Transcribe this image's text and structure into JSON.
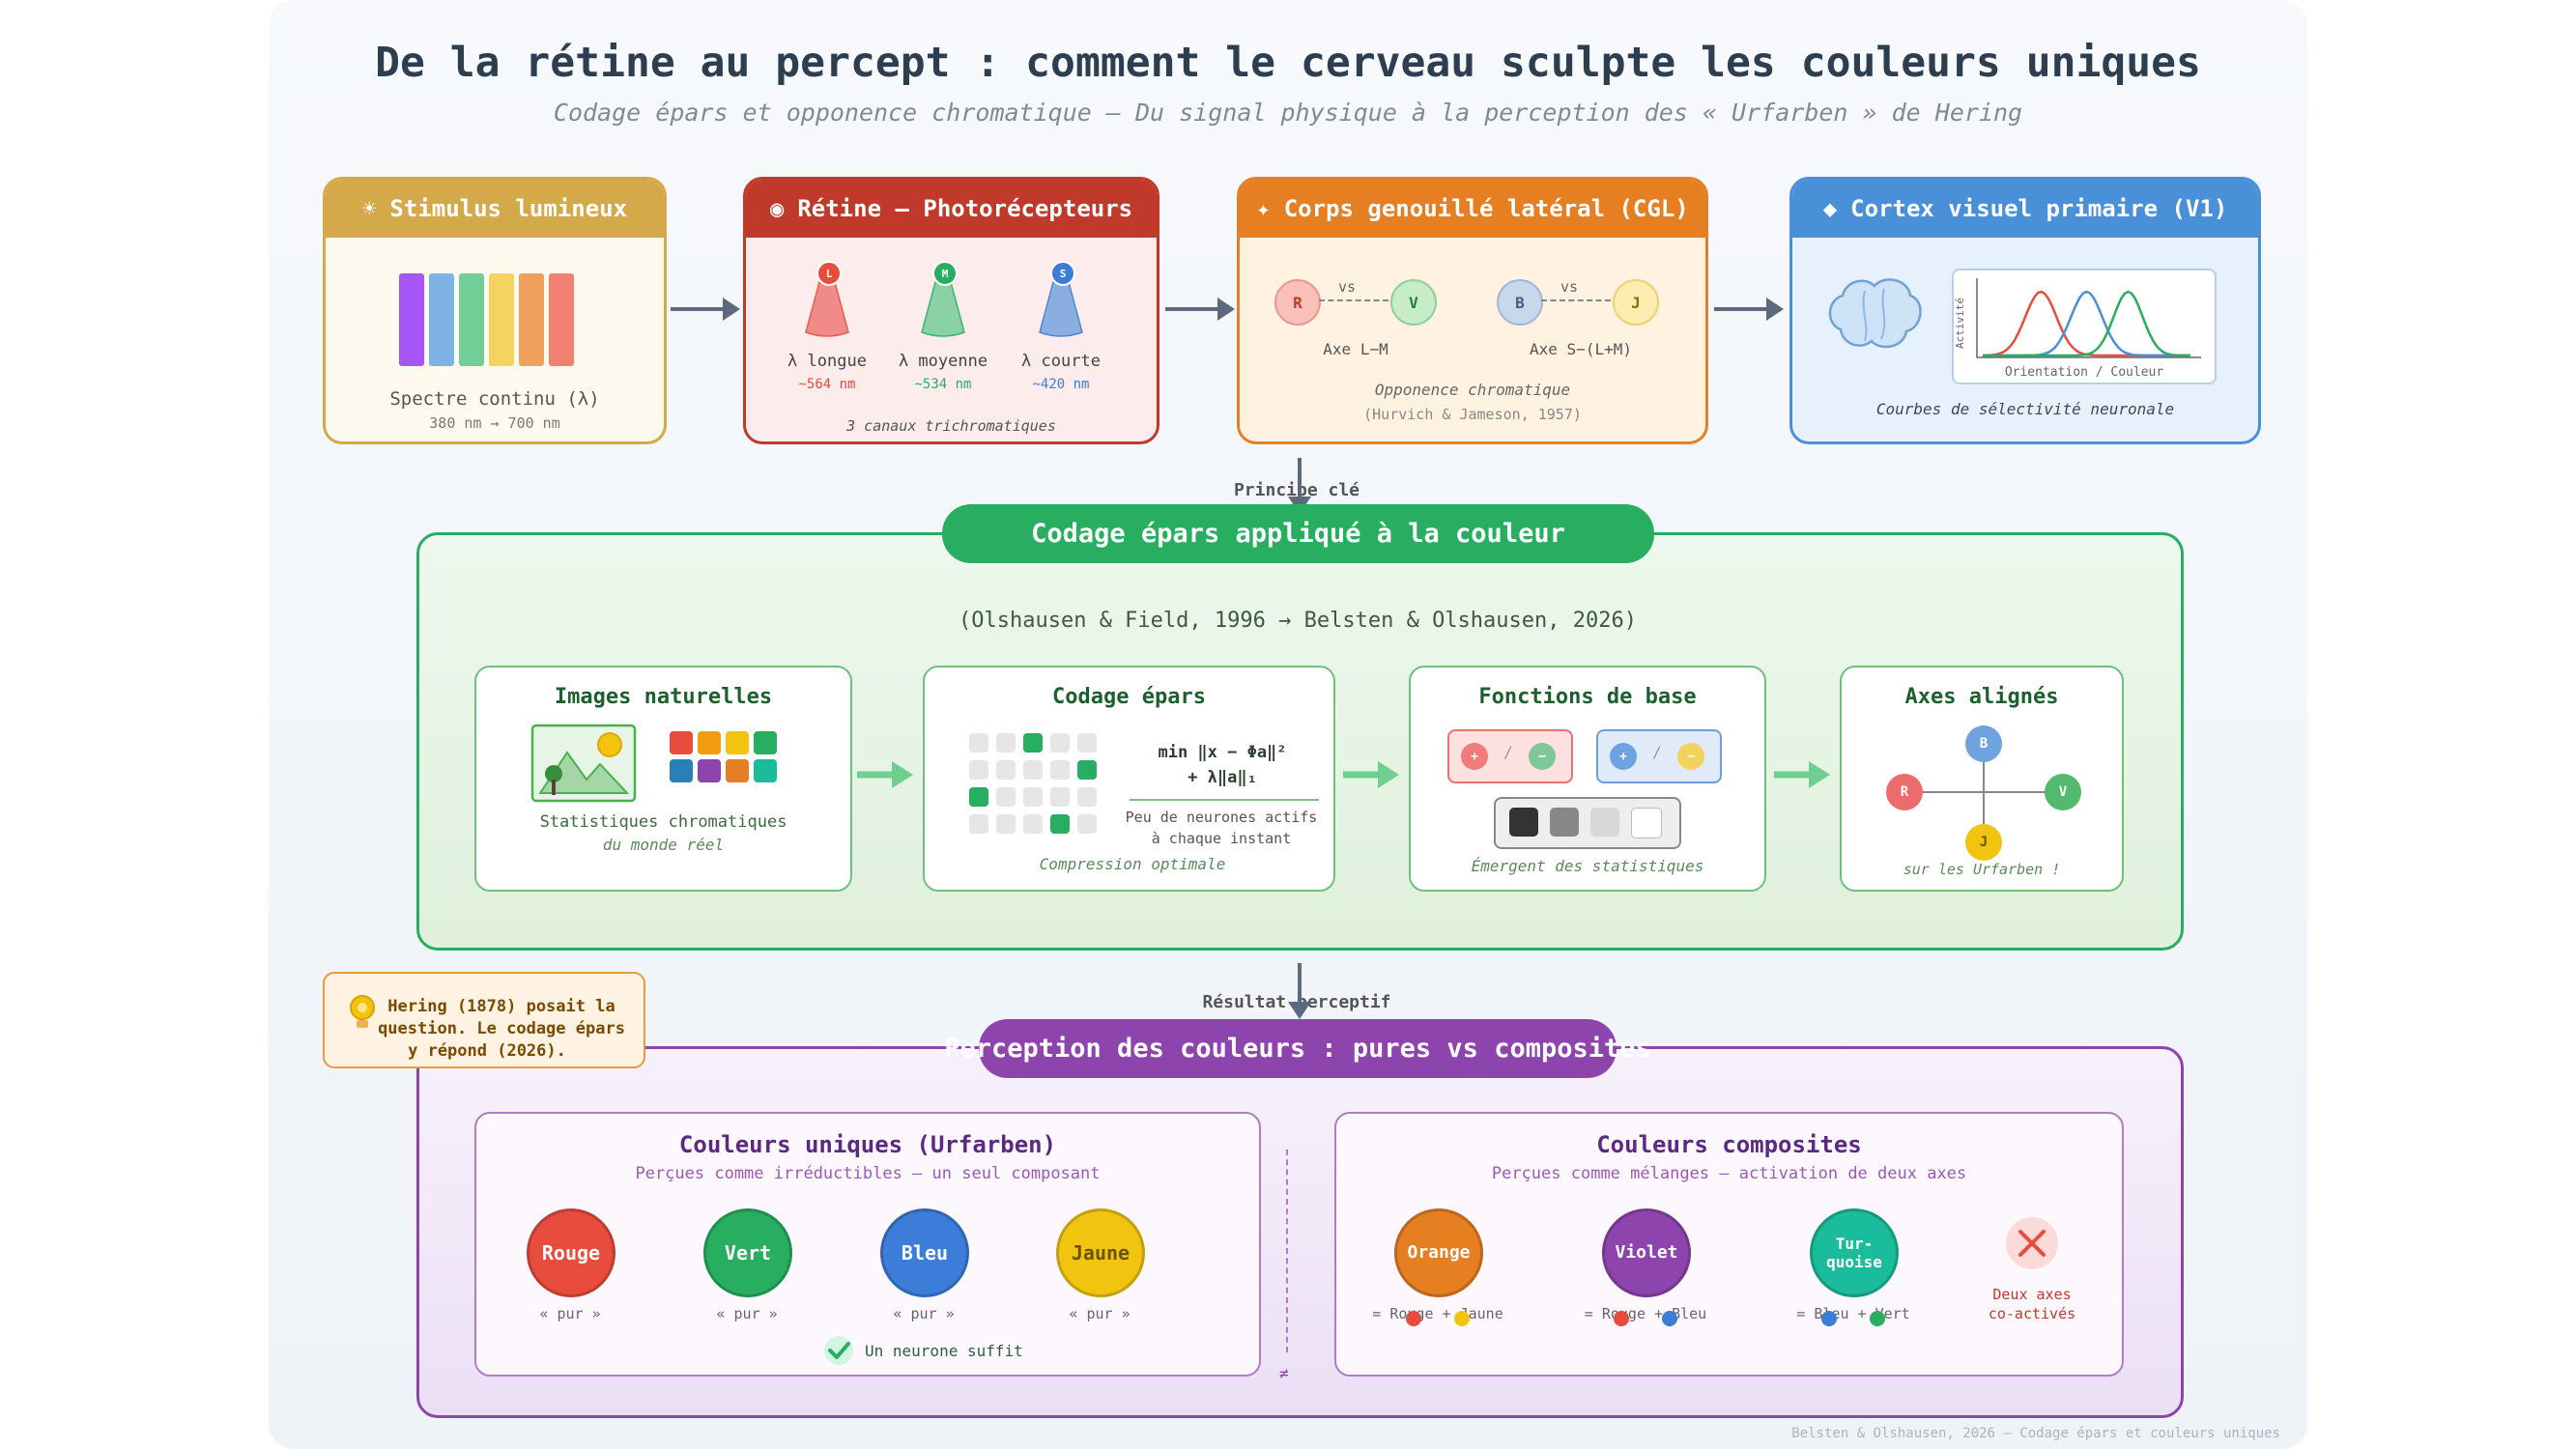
{
  "title": "De la rétine au percept : comment le cerveau sculpte les couleurs uniques",
  "subtitle": "Codage épars et opponence chromatique — Du signal physique à la perception des « Urfarben » de Hering",
  "stimulus": {
    "header": "Stimulus lumineux",
    "label": "Spectre continu (λ)",
    "range": "380 nm → 700 nm",
    "bar_colors": [
      "#a855f7",
      "#7fb2e5",
      "#6fcf97",
      "#f4d35e",
      "#f0a05a",
      "#f08070"
    ]
  },
  "retina": {
    "header": "Rétine — Photorécepteurs",
    "cones": [
      {
        "letter": "L",
        "label": "λ longue",
        "nm": "~564 nm",
        "color": "#f08080",
        "badge": "#e74c3c"
      },
      {
        "letter": "M",
        "label": "λ moyenne",
        "nm": "~534 nm",
        "color": "#7fcf9f",
        "badge": "#27ae60"
      },
      {
        "letter": "S",
        "label": "λ courte",
        "nm": "~420 nm",
        "color": "#7fa8e0",
        "badge": "#3b7dd8"
      }
    ],
    "footer": "3 canaux trichromatiques"
  },
  "cgl": {
    "header": "Corps genouillé latéral (CGL)",
    "pairs": [
      {
        "a": "R",
        "b": "V",
        "vs": "vs",
        "axis": "Axe L−M"
      },
      {
        "a": "B",
        "b": "J",
        "vs": "vs",
        "axis": "Axe S−(L+M)"
      }
    ],
    "caption": "Opponence chromatique",
    "citation": "(Hurvich & Jameson, 1957)"
  },
  "v1": {
    "header": "Cortex visuel primaire (V1)",
    "ylabel": "Activité",
    "xlabel": "Orientation / Couleur",
    "caption": "Courbes de sélectivité neuronale"
  },
  "principle_label": "Principe clé",
  "sparse": {
    "banner": "Codage épars appliqué à la couleur",
    "citation": "(Olshausen & Field, 1996 → Belsten & Olshausen, 2026)",
    "natural": {
      "title": "Images naturelles",
      "caption": "Statistiques chromatiques",
      "caption2": "du monde réel"
    },
    "coding": {
      "title": "Codage épars",
      "formula1": "min ‖x − Φa‖²",
      "formula2": "+ λ‖a‖₁",
      "desc1": "Peu de neurones actifs",
      "desc2": "à chaque instant",
      "footer": "Compression optimale"
    },
    "basis": {
      "title": "Fonctions de base",
      "footer": "Émergent des statistiques"
    },
    "axes": {
      "title": "Axes alignés",
      "labels": [
        "B",
        "R",
        "V",
        "J"
      ],
      "footer": "sur les Urfarben !"
    }
  },
  "hering_note": {
    "line1": "Hering (1878) posait la",
    "line2": "question. Le codage épars",
    "line3": "y répond (2026)."
  },
  "result_label": "Résultat perceptif",
  "perception": {
    "banner": "Perception des couleurs : pures vs composites",
    "unique": {
      "title": "Couleurs uniques (Urfarben)",
      "subtitle": "Perçues comme irréductibles — un seul composant",
      "colors": [
        {
          "name": "Rouge",
          "tag": "« pur »",
          "color": "#e74c3c"
        },
        {
          "name": "Vert",
          "tag": "« pur »",
          "color": "#27ae60"
        },
        {
          "name": "Bleu",
          "tag": "« pur »",
          "color": "#3b7dd8"
        },
        {
          "name": "Jaune",
          "tag": "« pur »",
          "color": "#f1c40f"
        }
      ],
      "footer": "Un neurone suffit"
    },
    "neq": "≠",
    "composite": {
      "title": "Couleurs composites",
      "subtitle": "Perçues comme mélanges — activation de deux axes",
      "colors": [
        {
          "name": "Orange",
          "formula": "= Rouge + Jaune",
          "color": "#e67e22",
          "dots": [
            "#e74c3c",
            "#f1c40f"
          ]
        },
        {
          "name": "Violet",
          "formula": "= Rouge + Bleu",
          "color": "#8e44ad",
          "dots": [
            "#e74c3c",
            "#3b7dd8"
          ]
        },
        {
          "name": "Tur-",
          "name2": "quoise",
          "formula": "= Bleu + Vert",
          "color": "#1abc9c",
          "dots": [
            "#3b7dd8",
            "#27ae60"
          ]
        }
      ],
      "cross_label1": "Deux axes",
      "cross_label2": "co-activés"
    }
  },
  "footer_credit": "Belsten & Olshausen, 2026 — Codage épars et couleurs uniques"
}
